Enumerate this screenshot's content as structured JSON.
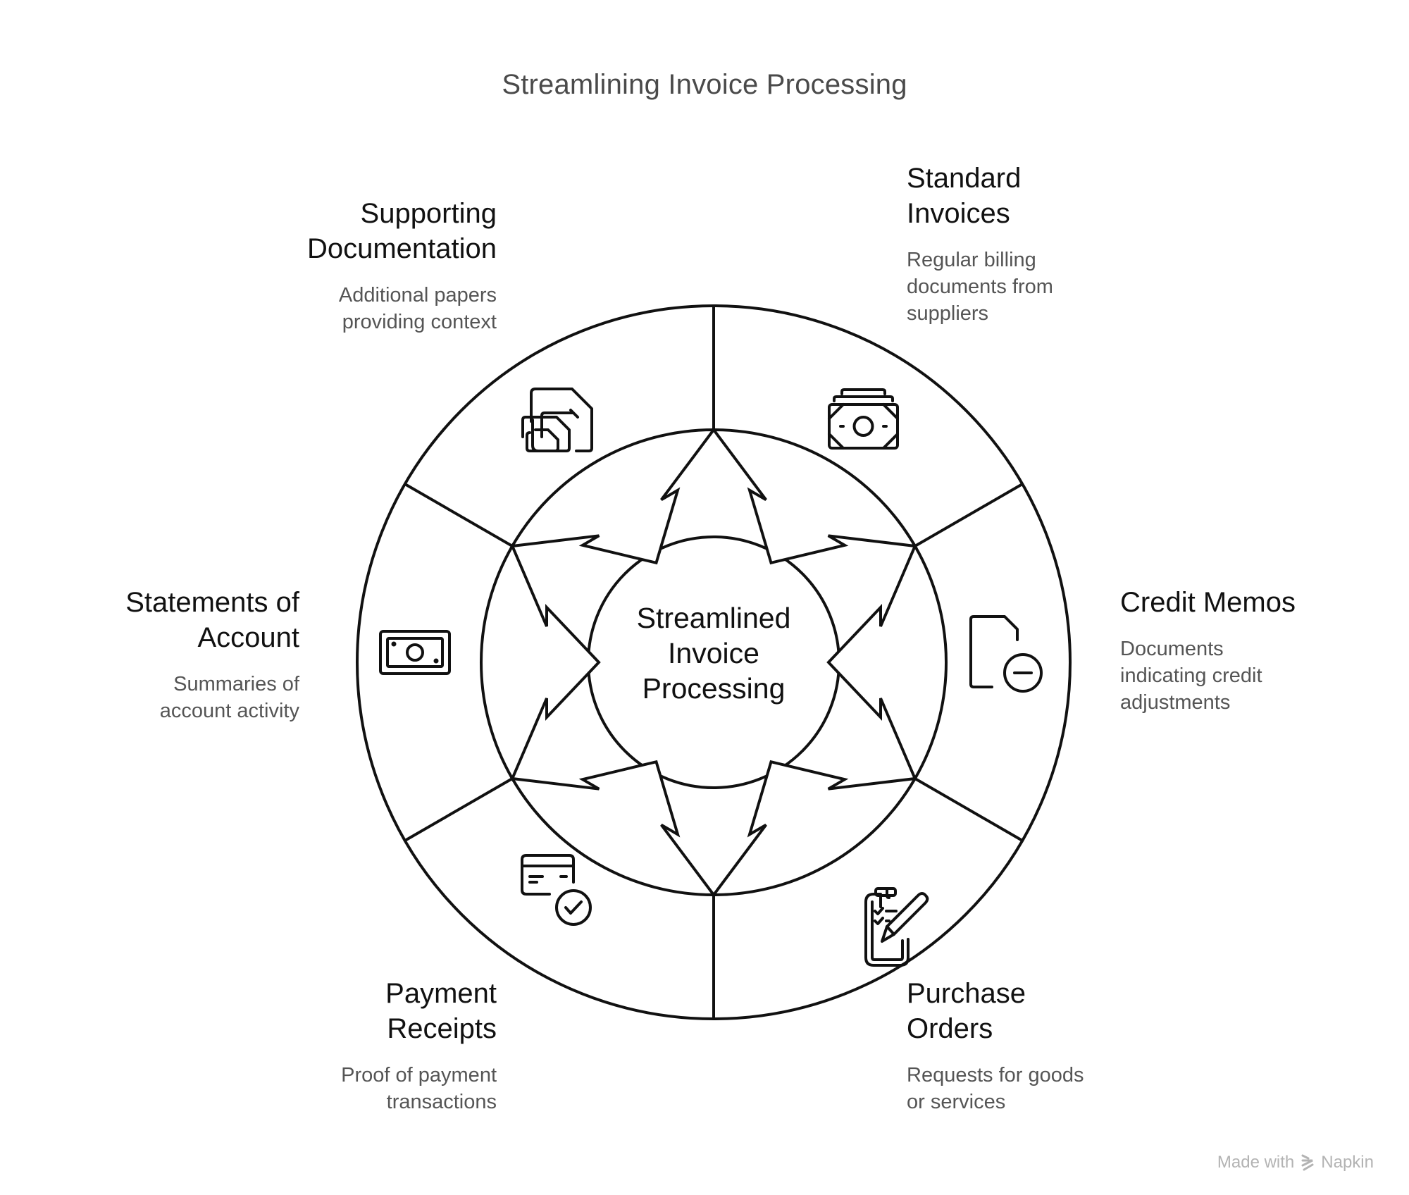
{
  "title": "Streamlining Invoice Processing",
  "center": {
    "lines": [
      "Streamlined",
      "Invoice",
      "Processing"
    ]
  },
  "segments": [
    {
      "id": "standard-invoices",
      "title_lines": [
        "Standard",
        "Invoices"
      ],
      "description_lines": [
        "Regular billing",
        "documents from",
        "suppliers"
      ],
      "icon": "money-stack-icon",
      "position": "top-right"
    },
    {
      "id": "credit-memos",
      "title_lines": [
        "Credit Memos"
      ],
      "description_lines": [
        "Documents",
        "indicating credit",
        "adjustments"
      ],
      "icon": "document-minus-icon",
      "position": "right"
    },
    {
      "id": "purchase-orders",
      "title_lines": [
        "Purchase",
        "Orders"
      ],
      "description_lines": [
        "Requests for goods",
        "or services"
      ],
      "icon": "clipboard-checklist-pencil-icon",
      "position": "bottom-right"
    },
    {
      "id": "payment-receipts",
      "title_lines": [
        "Payment",
        "Receipts"
      ],
      "description_lines": [
        "Proof of payment",
        "transactions"
      ],
      "icon": "credit-card-check-icon",
      "position": "bottom-left"
    },
    {
      "id": "statements-of-account",
      "title_lines": [
        "Statements of",
        "Account"
      ],
      "description_lines": [
        "Summaries of",
        "account activity"
      ],
      "icon": "banknote-icon",
      "position": "left"
    },
    {
      "id": "supporting-documentation",
      "title_lines": [
        "Supporting",
        "Documentation"
      ],
      "description_lines": [
        "Additional papers",
        "providing context"
      ],
      "icon": "stacked-documents-icon",
      "position": "top-left"
    }
  ],
  "colors": {
    "stroke": "#111111",
    "title": "#4a4a4a",
    "description": "#555555",
    "watermark": "#b3b3b3",
    "background": "#ffffff"
  },
  "watermark": {
    "prefix": "Made with",
    "brand": "Napkin"
  }
}
